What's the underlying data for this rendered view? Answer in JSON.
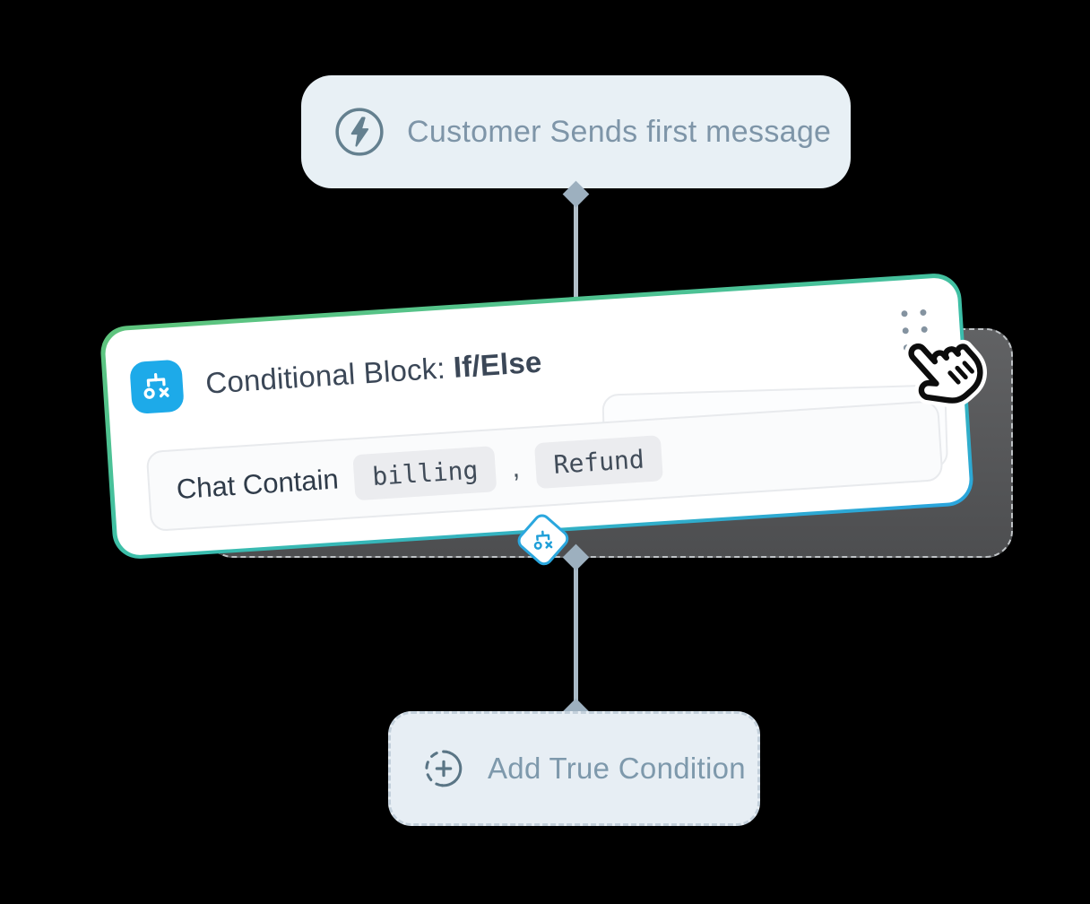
{
  "trigger_node": {
    "label": "Customer Sends first message",
    "icon": "lightning-icon"
  },
  "conditional_block": {
    "title_prefix": "Conditional Block: ",
    "title_emphasis": "If/Else",
    "icon": "branch-icon",
    "condition_prefix": "Chat Contain",
    "chips": [
      "billing",
      "Refund"
    ],
    "chip_separator": ","
  },
  "add_condition_node": {
    "label": "Add True Condition",
    "icon": "add-circle-dashed-icon"
  },
  "icons": {
    "drag_handle": "six-dots-drag-handle-icon",
    "branch_badge": "branch-diamond-badge-icon",
    "cursor": "hand-pointer-cursor"
  },
  "colors": {
    "background": "#000000",
    "node_bg": "#e8f0f5",
    "node_text": "#7e95a8",
    "card_border_green": "#5ec47e",
    "card_border_cyan": "#2aa5dc",
    "condition_icon_blue": "#1daae9",
    "title_text": "#3b4757",
    "chip_bg": "#ebecef",
    "connector": "#9db0bf",
    "ghost_bg": "#57585a"
  }
}
